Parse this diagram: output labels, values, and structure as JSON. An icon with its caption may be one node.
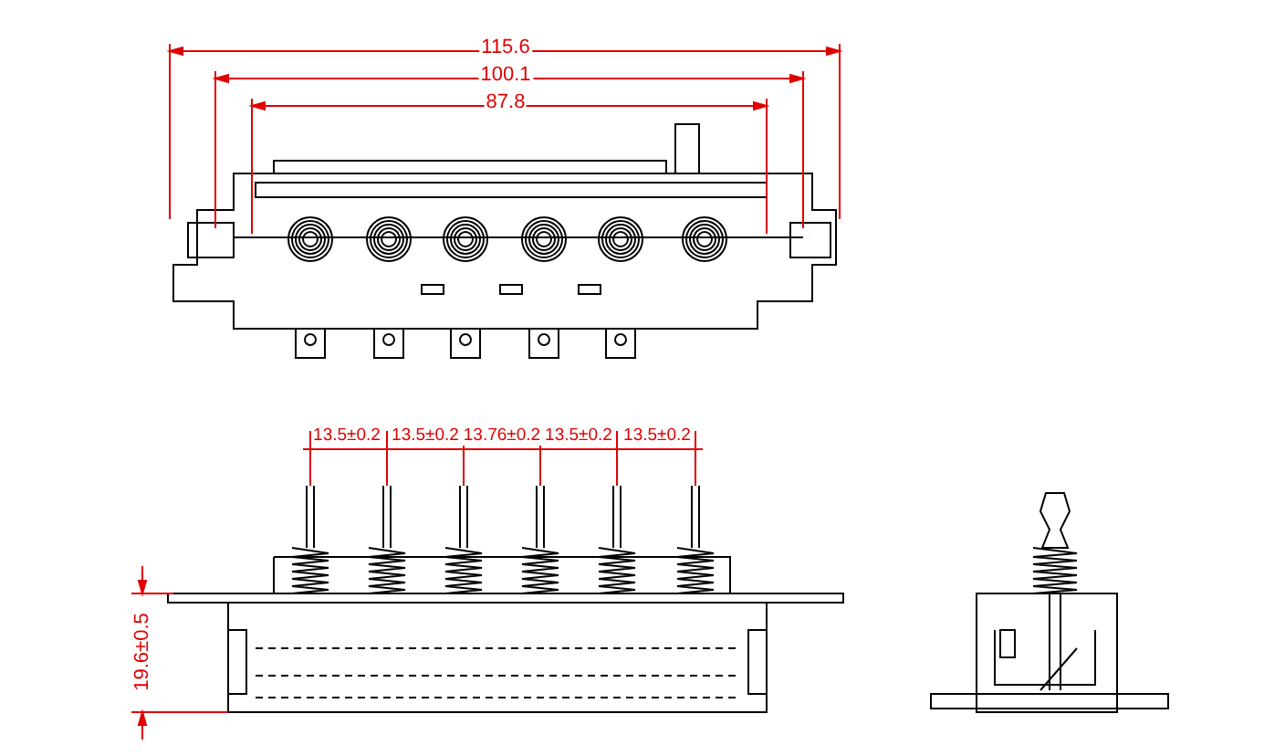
{
  "diagram": {
    "labels": [
      "115.6",
      "100.1",
      "87.8",
      "13.5±0.2",
      "13.5±0.2",
      "13.76±0.2",
      "13.5±0.2",
      "13.5±0.2",
      "19.6±0.5"
    ]
  }
}
